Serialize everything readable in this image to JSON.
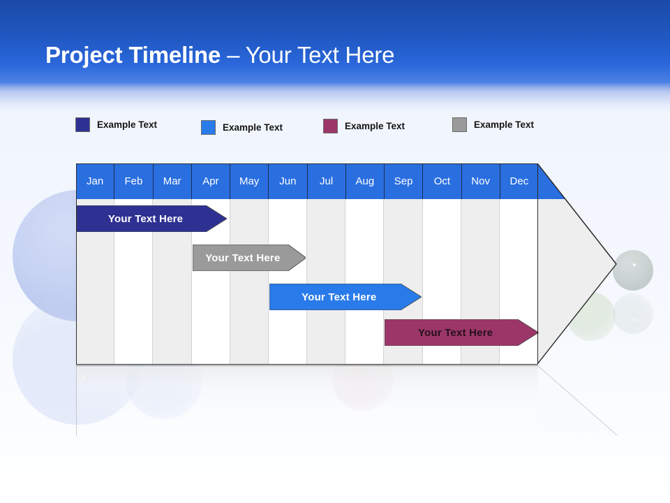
{
  "slide": {
    "title_bold": "Project Timeline",
    "title_light": " – Your Text Here"
  },
  "legend": {
    "items": [
      {
        "label": "Example Text",
        "color": "#2e3192",
        "icon": "color-swatch"
      },
      {
        "label": "Example Text",
        "color": "#2a7bea",
        "icon": "color-swatch"
      },
      {
        "label": "Example Text",
        "color": "#9c3669",
        "icon": "color-swatch"
      },
      {
        "label": "Example Text",
        "color": "#9a9a9a",
        "icon": "color-swatch"
      }
    ]
  },
  "chart_data": {
    "type": "bar",
    "title": "Project Timeline – Your Text Here",
    "xlabel": "",
    "ylabel": "",
    "categories": [
      "Jan",
      "Feb",
      "Mar",
      "Apr",
      "May",
      "Jun",
      "Jul",
      "Aug",
      "Sep",
      "Oct",
      "Nov",
      "Dec"
    ],
    "grid": true,
    "legend_position": "top",
    "series": [
      {
        "name": "Example Text",
        "label": "Your  Text Here",
        "color": "#2e3192",
        "text_color": "#ffffff",
        "start_month": "Jan",
        "end_month": "Apr",
        "start_index": 0,
        "end_index": 3.9,
        "row": 0
      },
      {
        "name": "Example Text",
        "label": "Your  Text Here",
        "color": "#9a9a9a",
        "text_color": "#ffffff",
        "start_month": "Apr",
        "end_month": "Jun",
        "start_index": 3.0,
        "end_index": 5.95,
        "row": 1
      },
      {
        "name": "Example Text",
        "label": "Your  Text Here",
        "color": "#2a7bea",
        "text_color": "#ffffff",
        "start_month": "Jun",
        "end_month": "Sep",
        "start_index": 5.0,
        "end_index": 8.95,
        "row": 2
      },
      {
        "name": "Example Text",
        "label": "Your  Text Here",
        "color": "#9c3669",
        "text_color": "#26101c",
        "start_month": "Sep",
        "end_month": "Dec",
        "start_index": 8.0,
        "end_index": 12.0,
        "row": 3
      }
    ]
  }
}
